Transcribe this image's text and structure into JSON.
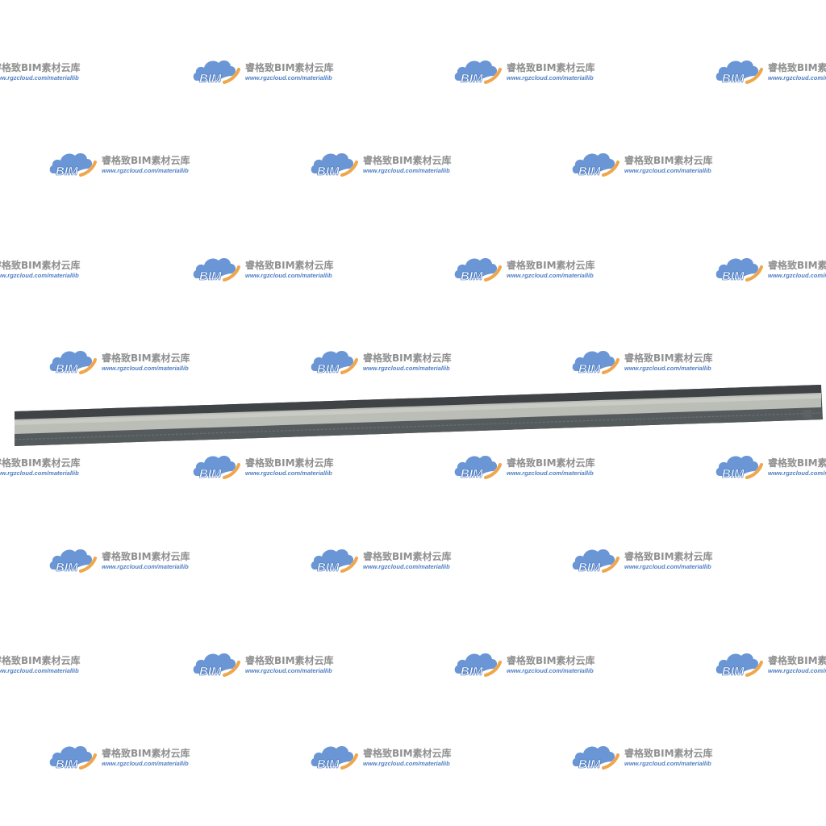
{
  "watermark": {
    "logo_text": "BIM",
    "title": "睿格致BIM素材云库",
    "url": "www.rgzcloud.com/materiallib",
    "logo_icon": "cloud-icon",
    "colors": {
      "cloud": "#5a8bd0",
      "cloud_dark": "#3f6fb8",
      "arc": "#f0a64a",
      "title": "#8f8f8f",
      "url": "#4f7fc4"
    }
  },
  "object": {
    "name": "steel-channel-profile",
    "colors": {
      "edge": "#4c5053",
      "face": "#b9bcb5",
      "face_light": "#c6c8c2",
      "rib": "#595e61"
    }
  }
}
